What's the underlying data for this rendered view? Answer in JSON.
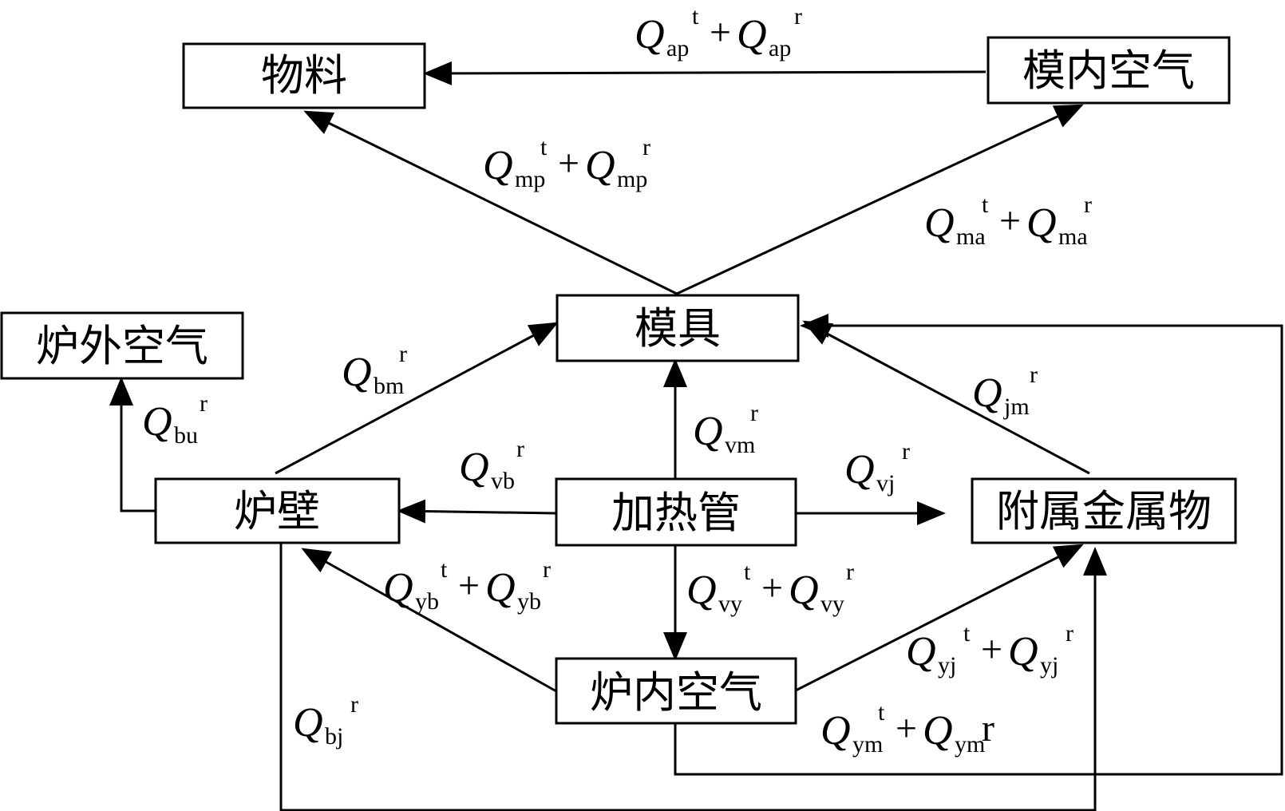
{
  "nodes": {
    "material": "物料",
    "mold_air": "模内空气",
    "mold": "模具",
    "outside_air": "炉外空气",
    "furnace_wall": "炉壁",
    "heating_tube": "加热管",
    "attached_metal": "附属金属物",
    "furnace_air": "炉内空气"
  },
  "labels": {
    "ap": [
      {
        "q": "Q",
        "sub": "ap",
        "sup": "t"
      },
      {
        "plus": "+"
      },
      {
        "q": "Q",
        "sub": "ap",
        "sup": "r"
      }
    ],
    "mp": [
      {
        "q": "Q",
        "sub": "mp",
        "sup": "t"
      },
      {
        "plus": "+"
      },
      {
        "q": "Q",
        "sub": "mp",
        "sup": "r"
      }
    ],
    "ma": [
      {
        "q": "Q",
        "sub": "ma",
        "sup": "t"
      },
      {
        "plus": "+"
      },
      {
        "q": "Q",
        "sub": "ma",
        "sup": "r"
      }
    ],
    "bm": [
      {
        "q": "Q",
        "sub": "bm",
        "sup": "r"
      }
    ],
    "bu": [
      {
        "q": "Q",
        "sub": "bu",
        "sup": "r"
      }
    ],
    "vm": [
      {
        "q": "Q",
        "sub": "vm",
        "sup": "r"
      }
    ],
    "jm": [
      {
        "q": "Q",
        "sub": "jm",
        "sup": "r"
      }
    ],
    "vb": [
      {
        "q": "Q",
        "sub": "vb",
        "sup": "r"
      }
    ],
    "vj": [
      {
        "q": "Q",
        "sub": "vj",
        "sup": "r"
      }
    ],
    "yb": [
      {
        "q": "Q",
        "sub": "yb",
        "sup": "t"
      },
      {
        "plus": "+"
      },
      {
        "q": "Q",
        "sub": "yb",
        "sup": "r"
      }
    ],
    "vy": [
      {
        "q": "Q",
        "sub": "vy",
        "sup": "t"
      },
      {
        "plus": "+"
      },
      {
        "q": "Q",
        "sub": "vy",
        "sup": "r"
      }
    ],
    "yj": [
      {
        "q": "Q",
        "sub": "yj",
        "sup": "t"
      },
      {
        "plus": "+"
      },
      {
        "q": "Q",
        "sub": "yj",
        "sup": "r"
      }
    ],
    "bj": [
      {
        "q": "Q",
        "sub": "bj",
        "sup": "r"
      }
    ],
    "ym": [
      {
        "q": "Q",
        "sub": "ym",
        "sup": "t"
      },
      {
        "plus": "+"
      },
      {
        "q": "Q",
        "sub": "ym",
        "tail": "r"
      }
    ]
  }
}
